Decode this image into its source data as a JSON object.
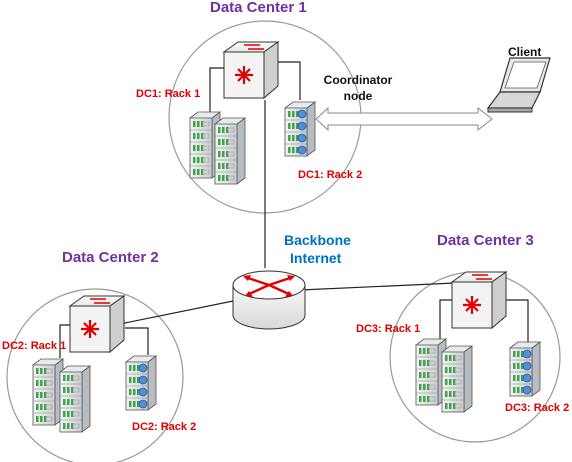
{
  "colors": {
    "dc_title": "#7030a0",
    "rack_label": "#e00000",
    "backbone_label": "#0070c0",
    "switch_arrow": "#e00000",
    "cloud_stroke": "#9a9a9a"
  },
  "data_centers": [
    {
      "title": "Data Center 1",
      "racks": [
        "DC1: Rack 1",
        "DC1: Rack 2"
      ]
    },
    {
      "title": "Data Center 2",
      "racks": [
        "DC2: Rack 1",
        "DC2: Rack 2"
      ]
    },
    {
      "title": "Data Center 3",
      "racks": [
        "DC3: Rack 1",
        "DC3: Rack 2"
      ]
    }
  ],
  "coordinator_label": "Coordinator node",
  "client_label": "Client",
  "backbone": {
    "line1": "Backbone",
    "line2": "Internet"
  },
  "icons": [
    "switch-icon",
    "router-icon",
    "server-rack-icon",
    "laptop-icon",
    "double-arrow-icon"
  ]
}
